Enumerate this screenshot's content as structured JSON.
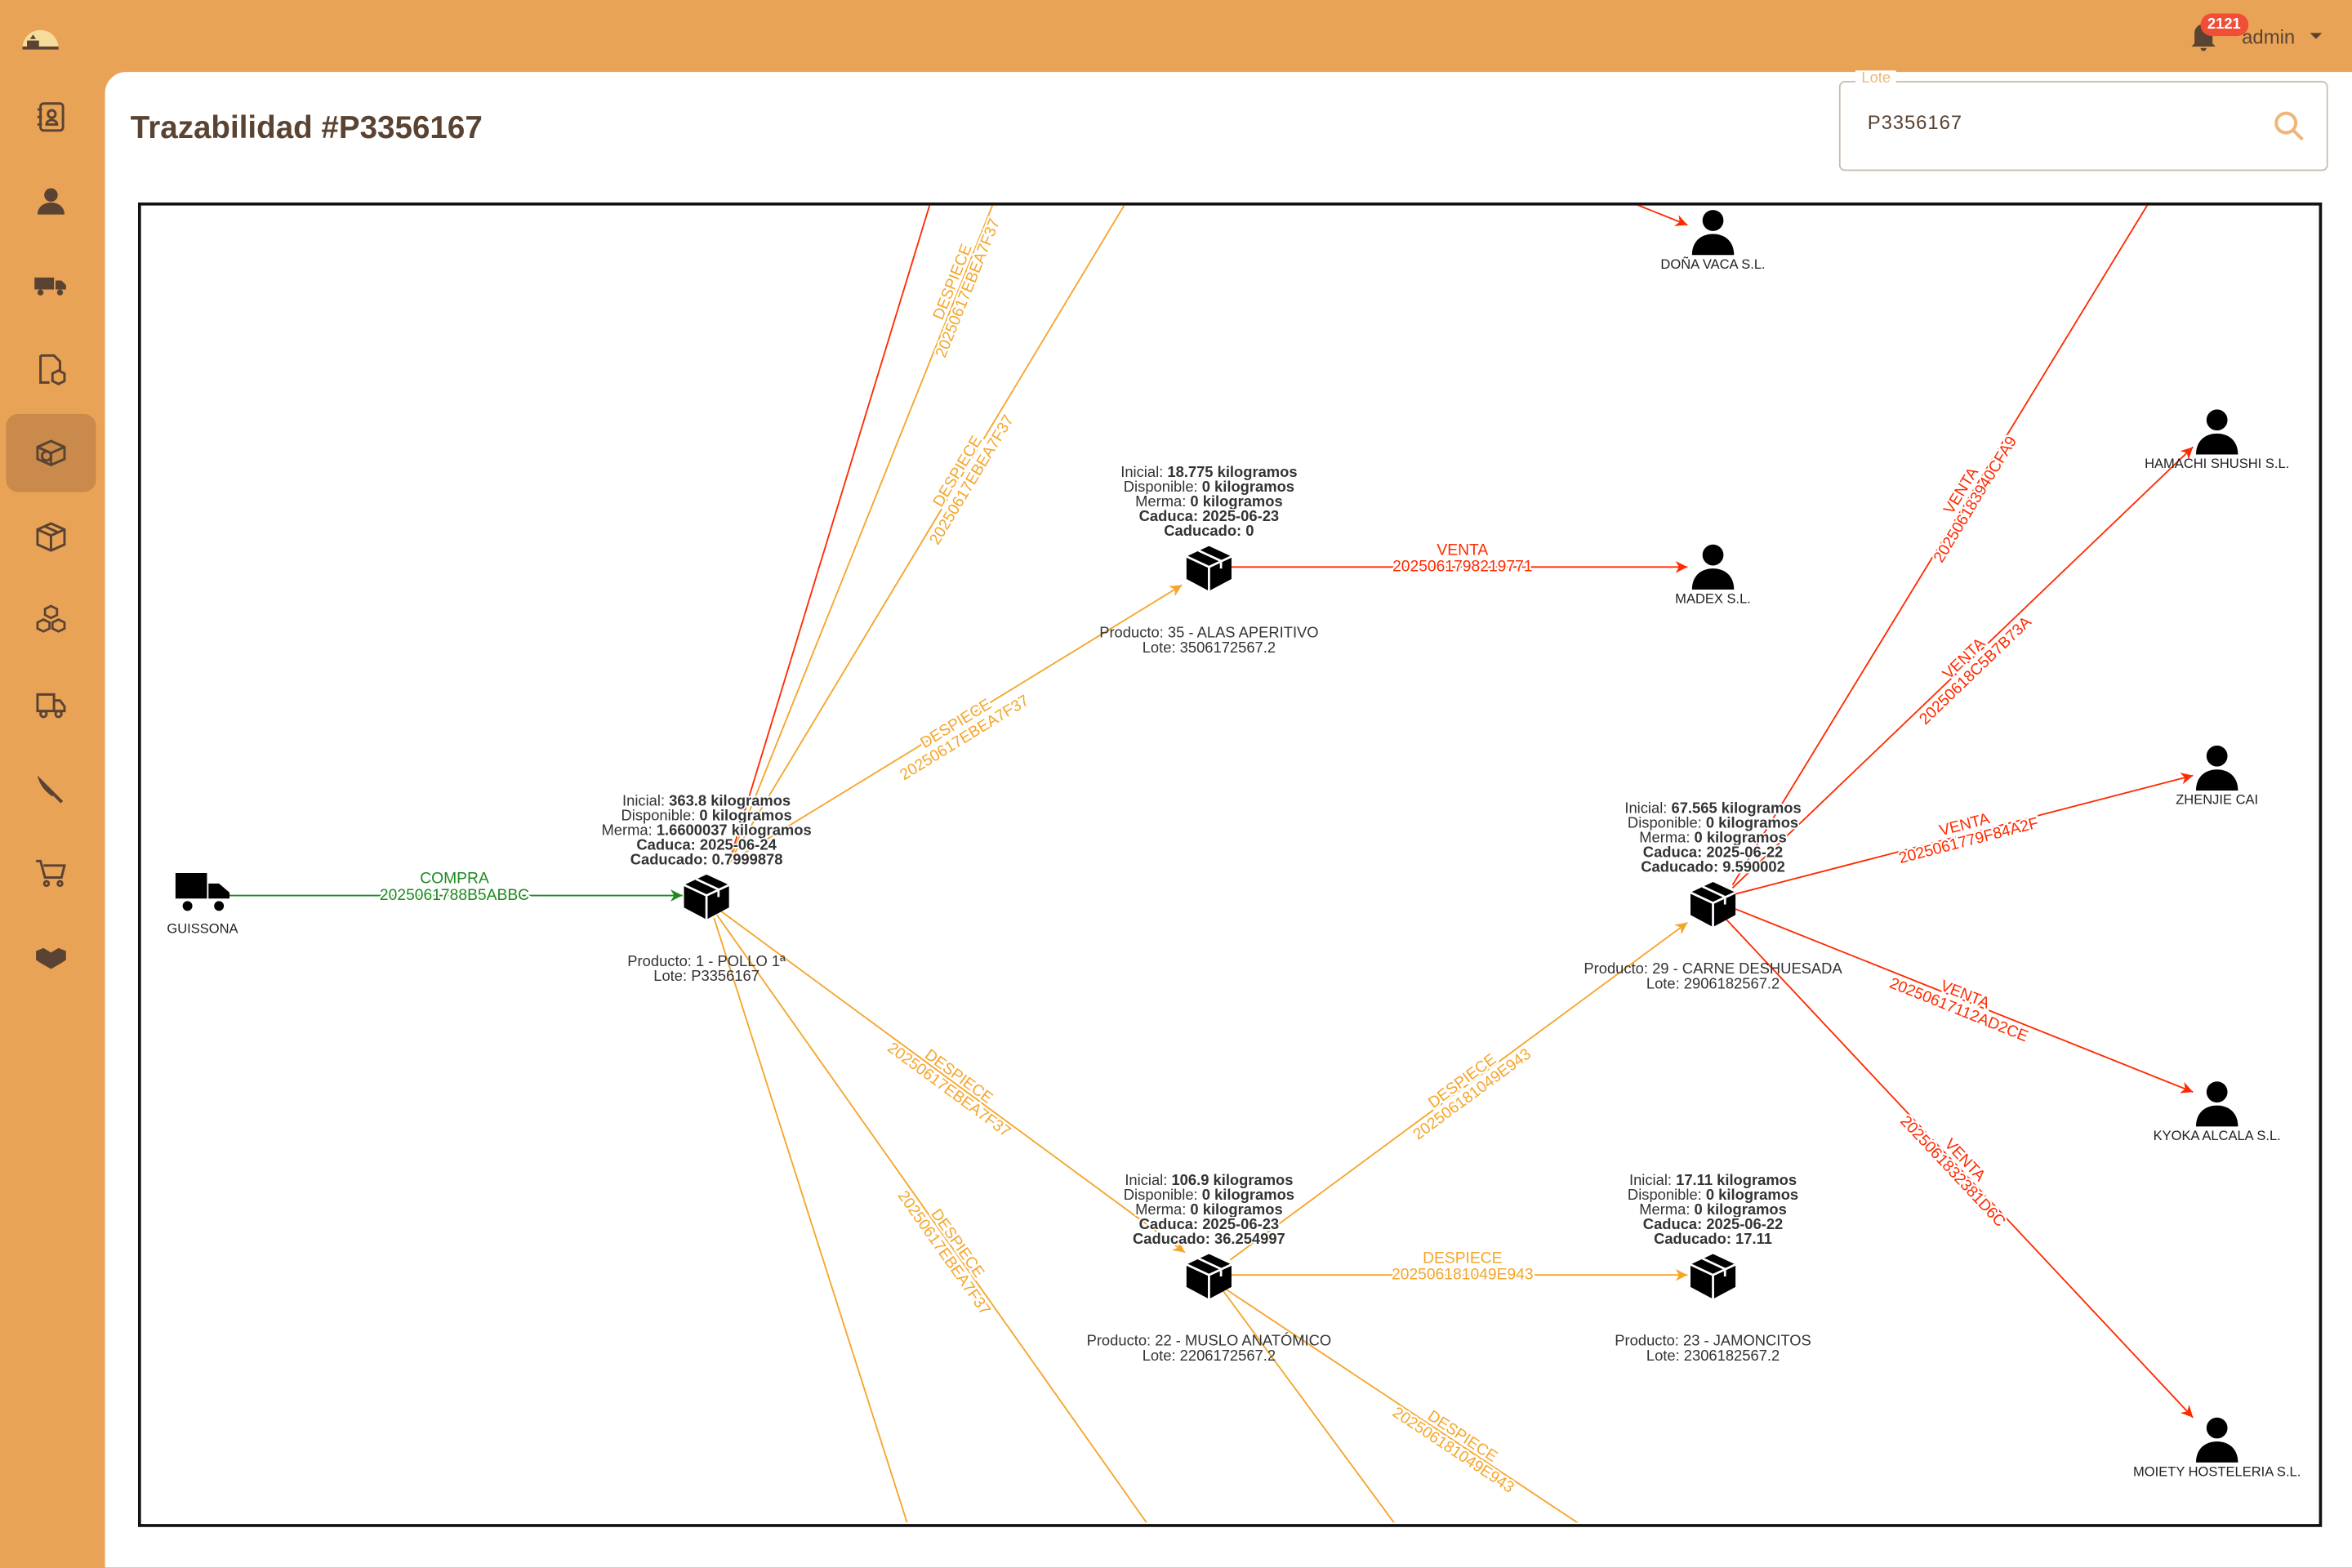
{
  "header": {
    "notifications_count": "2121",
    "user": "admin"
  },
  "sidebar": {
    "items": [
      {
        "name": "contacts",
        "icon": "contacts-book-icon"
      },
      {
        "name": "users",
        "icon": "user-icon"
      },
      {
        "name": "transport",
        "icon": "truck-trailer-icon"
      },
      {
        "name": "documents",
        "icon": "box-document-icon"
      },
      {
        "name": "traceability",
        "icon": "package-search-icon",
        "active": true
      },
      {
        "name": "products",
        "icon": "box-icon"
      },
      {
        "name": "stock",
        "icon": "boxes-icon"
      },
      {
        "name": "deliveries",
        "icon": "delivery-truck-icon"
      },
      {
        "name": "cutting",
        "icon": "knife-icon"
      },
      {
        "name": "sales",
        "icon": "cart-icon"
      },
      {
        "name": "partners",
        "icon": "handshake-icon"
      }
    ]
  },
  "page": {
    "title": "Trazabilidad #P3356167"
  },
  "search": {
    "label": "Lote",
    "value": "P3356167"
  },
  "colors": {
    "compra": "#1e8a1e",
    "despiece": "#f5a52a",
    "venta": "#ff2a00",
    "accent": "#e8a357",
    "text": "#5a4332"
  },
  "graph": {
    "supplier": {
      "name": "GUISSONA"
    },
    "customers": [
      "DOÑA VACA S.L.",
      "MADEX S.L.",
      "HAMACHI SHUSHI S.L.",
      "ZHENJIE CAI",
      "KYOKA ALCALA S.L.",
      "MOIETY HOSTELERIA S.L."
    ],
    "lots": [
      {
        "info": [
          [
            "Inicial: ",
            "363.8 kilogramos"
          ],
          [
            "Disponible: ",
            "0 kilogramos"
          ],
          [
            "Merma: ",
            "1.6600037 kilogramos"
          ],
          [
            "",
            "Caduca: 2025-06-24"
          ],
          [
            "",
            "Caducado: 0.7999878"
          ]
        ],
        "producto": "Producto: 1 - POLLO 1ª",
        "lote": "Lote: P3356167"
      },
      {
        "info": [
          [
            "Inicial: ",
            "18.775 kilogramos"
          ],
          [
            "Disponible: ",
            "0 kilogramos"
          ],
          [
            "Merma: ",
            "0 kilogramos"
          ],
          [
            "",
            "Caduca: 2025-06-23"
          ],
          [
            "",
            "Caducado: 0"
          ]
        ],
        "producto": "Producto: 35 - ALAS APERITIVO",
        "lote": "Lote: 3506172567.2"
      },
      {
        "info": [
          [
            "Inicial: ",
            "106.9 kilogramos"
          ],
          [
            "Disponible: ",
            "0 kilogramos"
          ],
          [
            "Merma: ",
            "0 kilogramos"
          ],
          [
            "",
            "Caduca: 2025-06-23"
          ],
          [
            "",
            "Caducado: 36.254997"
          ]
        ],
        "producto": "Producto: 22 - MUSLO ANATÓMICO",
        "lote": "Lote: 2206172567.2"
      },
      {
        "info": [
          [
            "Inicial: ",
            "67.565 kilogramos"
          ],
          [
            "Disponible: ",
            "0 kilogramos"
          ],
          [
            "Merma: ",
            "0 kilogramos"
          ],
          [
            "",
            "Caduca: 2025-06-22"
          ],
          [
            "",
            "Caducado: 9.590002"
          ]
        ],
        "producto": "Producto: 29 - CARNE DESHUESADA",
        "lote": "Lote: 2906182567.2"
      },
      {
        "info": [
          [
            "Inicial: ",
            "17.11 kilogramos"
          ],
          [
            "Disponible: ",
            "0 kilogramos"
          ],
          [
            "Merma: ",
            "0 kilogramos"
          ],
          [
            "",
            "Caduca: 2025-06-22"
          ],
          [
            "",
            "Caducado: 17.11"
          ]
        ],
        "producto": "Producto: 23 - JAMONCITOS",
        "lote": "Lote: 2306182567.2"
      }
    ],
    "edges": [
      {
        "type": "COMPRA",
        "code": "2025061788B5ABBC",
        "kind": "compra"
      },
      {
        "type": "",
        "code": "",
        "kind": "venta"
      },
      {
        "type": "DESPIECE",
        "code": "20250617EBEA7F37",
        "kind": "despiece"
      },
      {
        "type": "DESPIECE",
        "code": "20250617EBEA7F37",
        "kind": "despiece"
      },
      {
        "type": "DESPIECE",
        "code": "20250617EBEA7F37",
        "kind": "despiece"
      },
      {
        "type": "DESPIECE",
        "code": "20250617EBEA7F37",
        "kind": "despiece"
      },
      {
        "type": "DESPIECE",
        "code": "20250617EBEA7F37",
        "kind": "despiece"
      },
      {
        "type": "",
        "code": "",
        "kind": "despiece"
      },
      {
        "type": "VENTA",
        "code": "2025061798219771",
        "kind": "venta"
      },
      {
        "type": "DESPIECE",
        "code": "202506181049E943",
        "kind": "despiece"
      },
      {
        "type": "DESPIECE",
        "code": "202506181049E943",
        "kind": "despiece"
      },
      {
        "type": "",
        "code": "",
        "kind": "despiece"
      },
      {
        "type": "DESPIECE",
        "code": "202506181049E943",
        "kind": "despiece"
      },
      {
        "type": "VENTA",
        "code": "202506183940CFA9",
        "kind": "venta"
      },
      {
        "type": "VENTA",
        "code": "20250618C5B7B73A",
        "kind": "venta"
      },
      {
        "type": "VENTA",
        "code": "2025061779F84A2F",
        "kind": "venta"
      },
      {
        "type": "VENTA",
        "code": "20250617112AD2CE",
        "kind": "venta"
      },
      {
        "type": "VENTA",
        "code": "2025061832381D6C",
        "kind": "venta"
      },
      {
        "type": "",
        "code": "",
        "kind": "venta"
      }
    ]
  }
}
